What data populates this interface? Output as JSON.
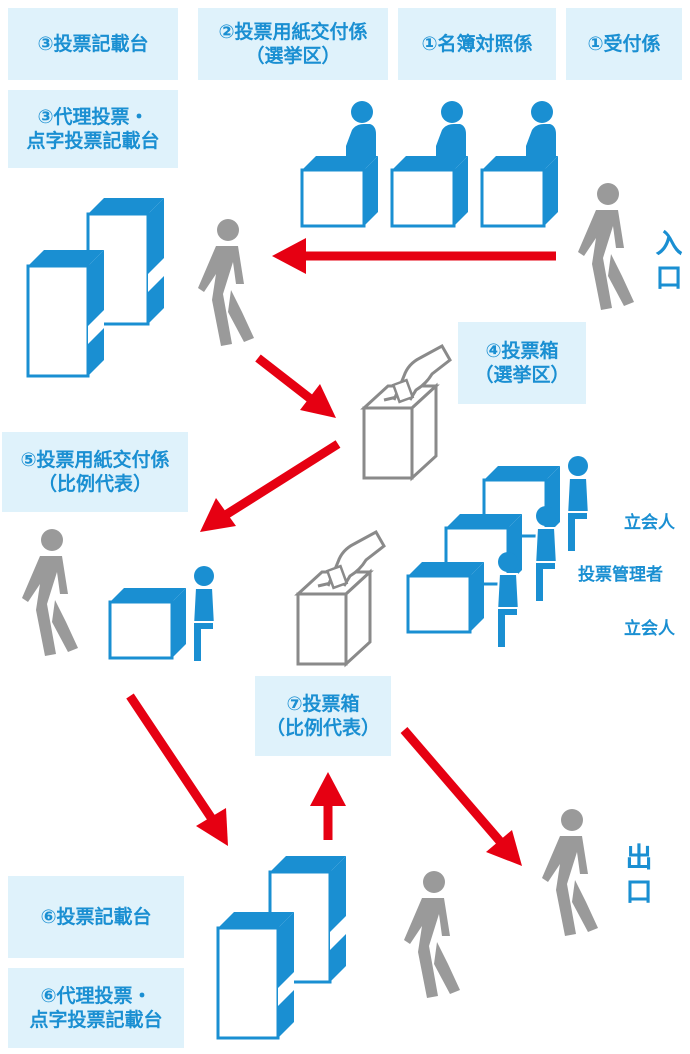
{
  "labels": {
    "reception": "①受付係",
    "register_check": "①名簿対照係",
    "ballot_dist_district": [
      "②投票用紙交付係",
      "（選挙区）"
    ],
    "booth_top": "③投票記載台",
    "booth_proxy_top": [
      "③代理投票・",
      "点字投票記載台"
    ],
    "box_district": [
      "④投票箱",
      "（選挙区）"
    ],
    "ballot_dist_pr": [
      "⑤投票用紙交付係",
      "（比例代表）"
    ],
    "booth_bottom": "⑥投票記載台",
    "booth_proxy_bottom": [
      "⑥代理投票・",
      "点字投票記載台"
    ],
    "box_pr": [
      "⑦投票箱",
      "（比例代表）"
    ],
    "witness_1": "立会人",
    "manager": "投票管理者",
    "witness_2": "立会人",
    "entrance": [
      "入",
      "口"
    ],
    "exit": [
      "出",
      "口"
    ]
  },
  "colors": {
    "label_bg": "#dff2fb",
    "label_text": "#1a8fd2",
    "staff_blue": "#1a8fd2",
    "person_gray": "#9a9a9a",
    "ballot_box_gray": "#8a8a8a",
    "arrow_red": "#e60012"
  }
}
